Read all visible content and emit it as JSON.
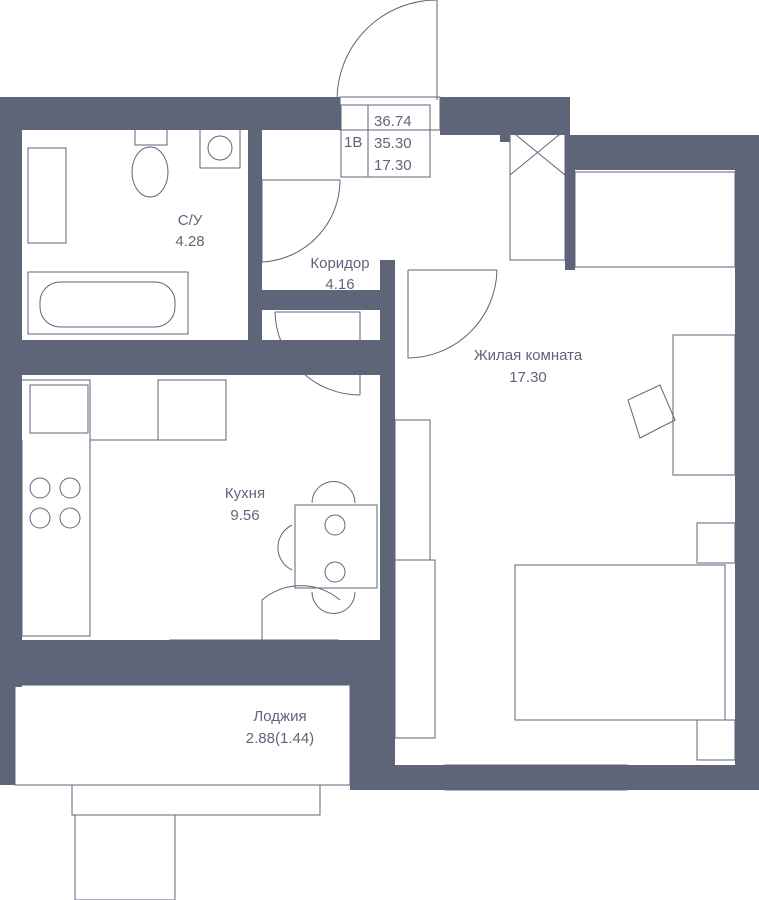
{
  "apartment": {
    "type": "1В",
    "total_area": "36.74",
    "living_total": "35.30",
    "living_area": "17.30"
  },
  "rooms": [
    {
      "name": "С/У",
      "area": "4.28"
    },
    {
      "name": "Коридор",
      "area": "4.16"
    },
    {
      "name": "Жилая комната",
      "area": "17.30"
    },
    {
      "name": "Кухня",
      "area": "9.56"
    },
    {
      "name": "Лоджия",
      "area": "2.88(1.44)"
    }
  ],
  "colors": {
    "wall": "#5f6579",
    "floor": "#ffffff"
  }
}
